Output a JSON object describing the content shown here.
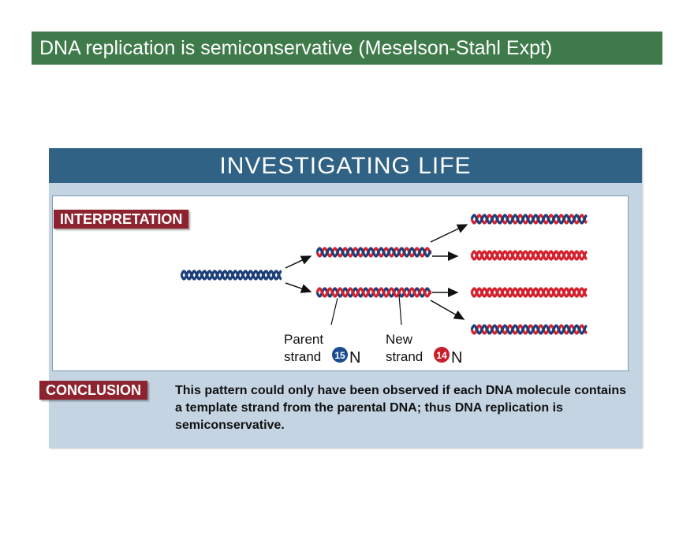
{
  "slide_title": "DNA replication is semiconservative (Meselson-Stahl Expt)",
  "panel": {
    "header": "INVESTIGATING LIFE",
    "interpretation_label": "INTERPRETATION",
    "conclusion_label": "CONCLUSION",
    "conclusion_text": "This pattern could only have been observed if each DNA molecule contains a template strand from the parental DNA; thus DNA replication is semiconservative."
  },
  "diagram": {
    "parent_label_line1": "Parent",
    "parent_label_line2": "strand",
    "parent_isotope_number": "15",
    "parent_isotope_letter": "N",
    "new_label_line1": "New",
    "new_label_line2": "strand",
    "new_isotope_number": "14",
    "new_isotope_letter": "N",
    "colors": {
      "parent_strand": "#1c3f7a",
      "new_strand": "#d3212d",
      "parent_badge": "#1a4c8f",
      "new_badge": "#c8202b"
    }
  }
}
